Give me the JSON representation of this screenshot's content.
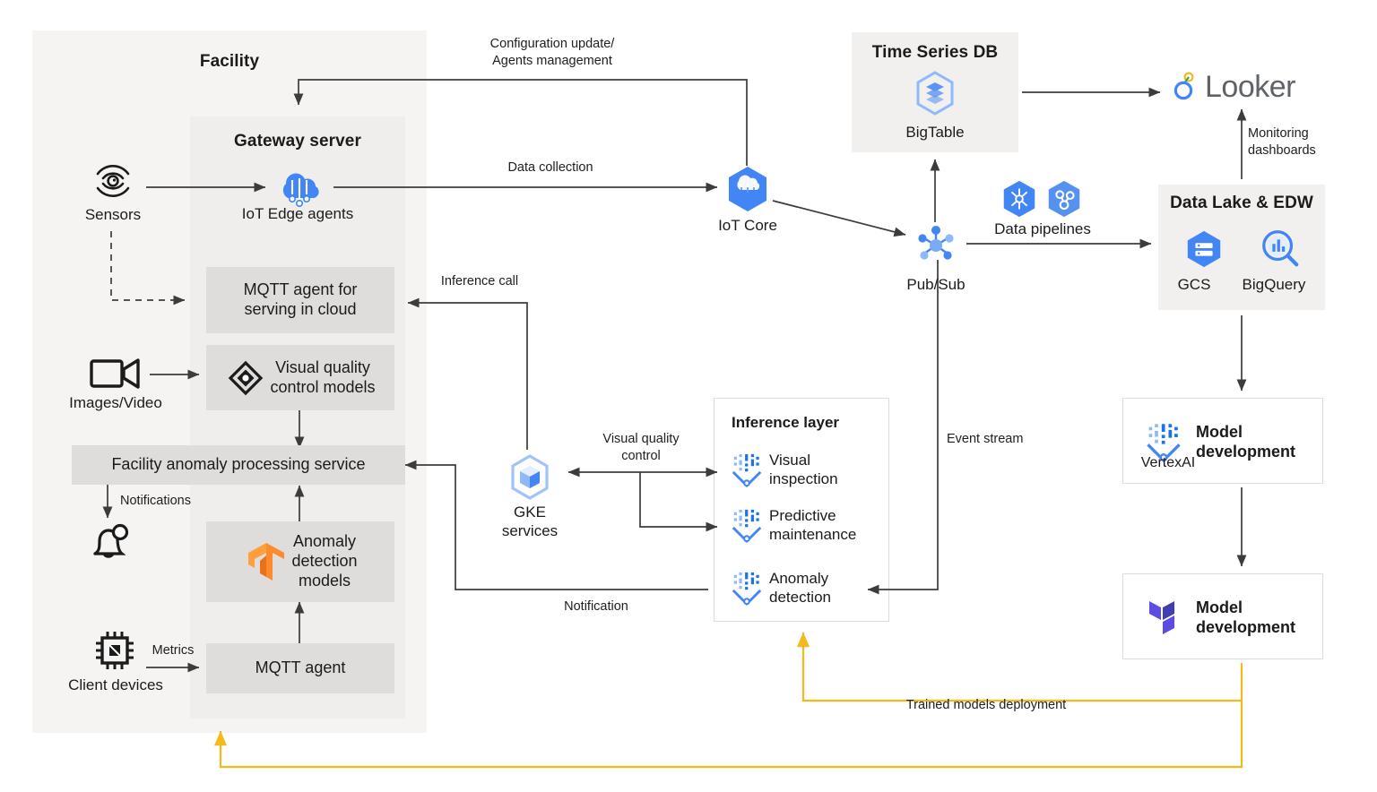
{
  "diagram": {
    "title": "Manufacturing IoT / ML reference architecture",
    "colors": {
      "facility_bg": "#f5f4f2",
      "gateway_bg": "#efeeec",
      "inner_box_bg": "#dedddb",
      "light_box_bg": "#f1f0ee",
      "arrow": "#3c3c3c",
      "deploy_arrow": "#f5b91c",
      "google_blue": "#4285f4",
      "google_blue_light": "#a3c2f5",
      "tensorflow_orange": "#ff8a2b",
      "terraform_purple": "#5c4ee5",
      "looker_grey": "#5f6368"
    }
  },
  "facility": {
    "title": "Facility",
    "gateway": {
      "title": "Gateway server",
      "edge_agents_label": "IoT Edge agents",
      "edge_agents_icon": "iot-edge-cloud-icon",
      "boxes": [
        {
          "id": "mqtt-cloud",
          "label": "MQTT agent for\nserving in cloud",
          "icon": null
        },
        {
          "id": "visual-quality",
          "label": "Visual quality\ncontrol models",
          "icon": "visual-inspection-diamond-icon"
        },
        {
          "id": "anomaly-models",
          "label": "Anomaly\ndetection\nmodels",
          "icon": "tensorflow-icon"
        },
        {
          "id": "mqtt-agent",
          "label": "MQTT agent",
          "icon": null
        }
      ]
    },
    "anomaly_service": {
      "label": "Facility anomaly processing service"
    },
    "sources": [
      {
        "id": "sensors",
        "label": "Sensors",
        "icon": "sensor-signal-icon"
      },
      {
        "id": "images-video",
        "label": "Images/Video",
        "icon": "video-camera-icon"
      },
      {
        "id": "alerts",
        "label": "",
        "icon": "notification-bell-icon"
      },
      {
        "id": "client-devices",
        "label": "Client devices",
        "icon": "chip-processor-icon"
      }
    ]
  },
  "cloud": {
    "iot_core": {
      "label": "IoT Core",
      "icon": "iot-core-hexagon-icon"
    },
    "pubsub": {
      "label": "Pub/Sub",
      "icon": "pubsub-icon"
    },
    "data_pipelines": {
      "label": "Data pipelines",
      "icons": [
        "dataflow-hexagon-icon",
        "composer-hexagon-icon"
      ]
    },
    "time_series_db": {
      "title": "Time Series DB",
      "label": "BigTable",
      "icon": "bigtable-icon"
    },
    "looker": {
      "label": "Looker",
      "icon": "looker-icon"
    },
    "data_lake": {
      "title": "Data Lake & EDW",
      "items": [
        {
          "label": "GCS",
          "icon": "cloud-storage-hexagon-icon"
        },
        {
          "label": "BigQuery",
          "icon": "bigquery-magnifier-icon"
        }
      ]
    },
    "gke": {
      "label": "GKE\nservices",
      "icon": "gke-hexagon-icon"
    },
    "inference_layer": {
      "title": "Inference layer",
      "items": [
        {
          "label": "Visual\ninspection",
          "icon": "vertex-ai-icon"
        },
        {
          "label": "Predictive\nmaintenance",
          "icon": "vertex-ai-icon"
        },
        {
          "label": "Anomaly\ndetection",
          "icon": "vertex-ai-icon"
        }
      ]
    },
    "model_dev_vertex": {
      "title": "Model\ndevelopment",
      "sublabel": "VertexAI",
      "icon": "vertex-ai-icon"
    },
    "model_dev_terraform": {
      "title": "Model\ndevelopment",
      "sublabel": "",
      "icon": "terraform-icon"
    }
  },
  "edge_labels": {
    "configuration_update": "Configuration update/\nAgents management",
    "data_collection": "Data collection",
    "inference_call": "Inference call",
    "visual_quality_control": "Visual quality\ncontrol",
    "notification": "Notification",
    "notifications": "Notifications",
    "metrics": "Metrics",
    "event_stream": "Event stream",
    "monitoring_dashboards": "Monitoring\ndashboards",
    "trained_models_deployment": "Trained models deployment"
  }
}
